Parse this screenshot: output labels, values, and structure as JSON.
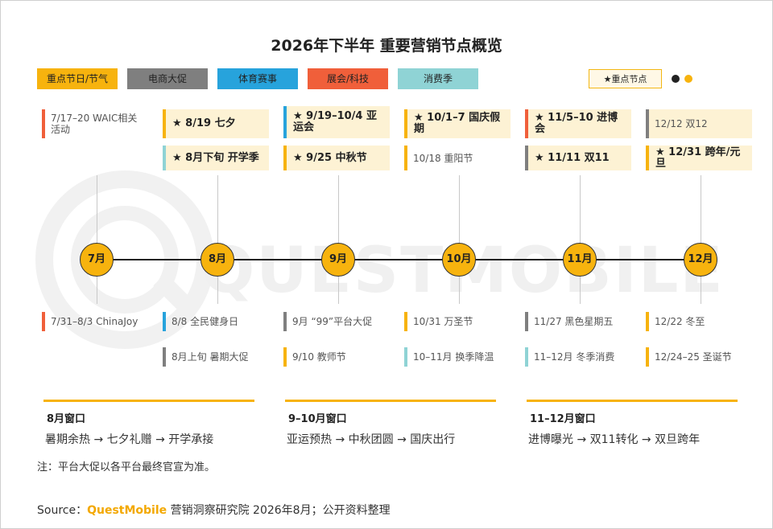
{
  "title": "2026年下半年 重要营销节点概览",
  "legend": [
    {
      "label": "重点节日/节气",
      "color": "#f7b30e"
    },
    {
      "label": "电商大促",
      "color": "#7f7f7f"
    },
    {
      "label": "体育赛事",
      "color": "#27a3dc"
    },
    {
      "label": "展会/科技",
      "color": "#f05f3a"
    },
    {
      "label": "消费季",
      "color": "#8fd3d5"
    }
  ],
  "key_legend": "★重点节点",
  "watermark": "QUESTMOBILE",
  "months": [
    "7月",
    "8月",
    "9月",
    "10月",
    "11月",
    "12月"
  ],
  "top_cards": [
    [
      {
        "text": "7/17–20  WAIC相关活动",
        "cat": "#f05f3a",
        "key": false
      }
    ],
    [
      {
        "text": "★ 8/19  七夕",
        "cat": "#f7b30e",
        "key": true
      },
      {
        "text": "★ 8月下旬  开学季",
        "cat": "#8fd3d5",
        "key": true
      }
    ],
    [
      {
        "text": "★ 9/19–10/4 亚运会",
        "cat": "#27a3dc",
        "key": true
      },
      {
        "text": "★ 9/25  中秋节",
        "cat": "#f7b30e",
        "key": true
      }
    ],
    [
      {
        "text": "★ 10/1–7  国庆假期",
        "cat": "#f7b30e",
        "key": true
      },
      {
        "text": "10/18  重阳节",
        "cat": "#f7b30e",
        "key": false
      }
    ],
    [
      {
        "text": "★ 11/5–10  进博会",
        "cat": "#f05f3a",
        "key": true
      },
      {
        "text": "★ 11/11  双11",
        "cat": "#7f7f7f",
        "key": true
      }
    ],
    [
      {
        "text": "12/12  双12",
        "cat": "#7f7f7f",
        "key": false,
        "tint": true
      },
      {
        "text": "★ 12/31  跨年/元旦",
        "cat": "#f7b30e",
        "key": true
      }
    ]
  ],
  "bottom_cards": [
    [
      {
        "text": "7/31–8/3  ChinaJoy",
        "cat": "#f05f3a"
      }
    ],
    [
      {
        "text": "8/8  全民健身日",
        "cat": "#27a3dc"
      },
      {
        "text": "8月上旬  暑期大促",
        "cat": "#7f7f7f"
      }
    ],
    [
      {
        "text": "9月 “99”平台大促",
        "cat": "#7f7f7f"
      },
      {
        "text": "9/10  教师节",
        "cat": "#f7b30e"
      }
    ],
    [
      {
        "text": "10/31  万圣节",
        "cat": "#f7b30e"
      },
      {
        "text": "10–11月  换季降温",
        "cat": "#8fd3d5"
      }
    ],
    [
      {
        "text": "11/27  黑色星期五",
        "cat": "#7f7f7f"
      },
      {
        "text": "11–12月  冬季消费",
        "cat": "#8fd3d5"
      }
    ],
    [
      {
        "text": "12/22  冬至",
        "cat": "#f7b30e"
      },
      {
        "text": "12/24–25  圣诞节",
        "cat": "#f7b30e"
      }
    ]
  ],
  "windows": [
    {
      "title": "8月窗口",
      "text": "暑期余热 → 七夕礼赠 → 开学承接"
    },
    {
      "title": "9–10月窗口",
      "text": "亚运预热 → 中秋团圆 → 国庆出行"
    },
    {
      "title": "11–12月窗口",
      "text": "进博曝光 → 双11转化 → 双旦跨年"
    }
  ],
  "note": "注：平台大促以各平台最终官宣为准。",
  "source": {
    "prefix": "Source：",
    "brand": "QuestMobile",
    "suffix": " 营销洞察研究院 2026年8月；公开资料整理"
  }
}
